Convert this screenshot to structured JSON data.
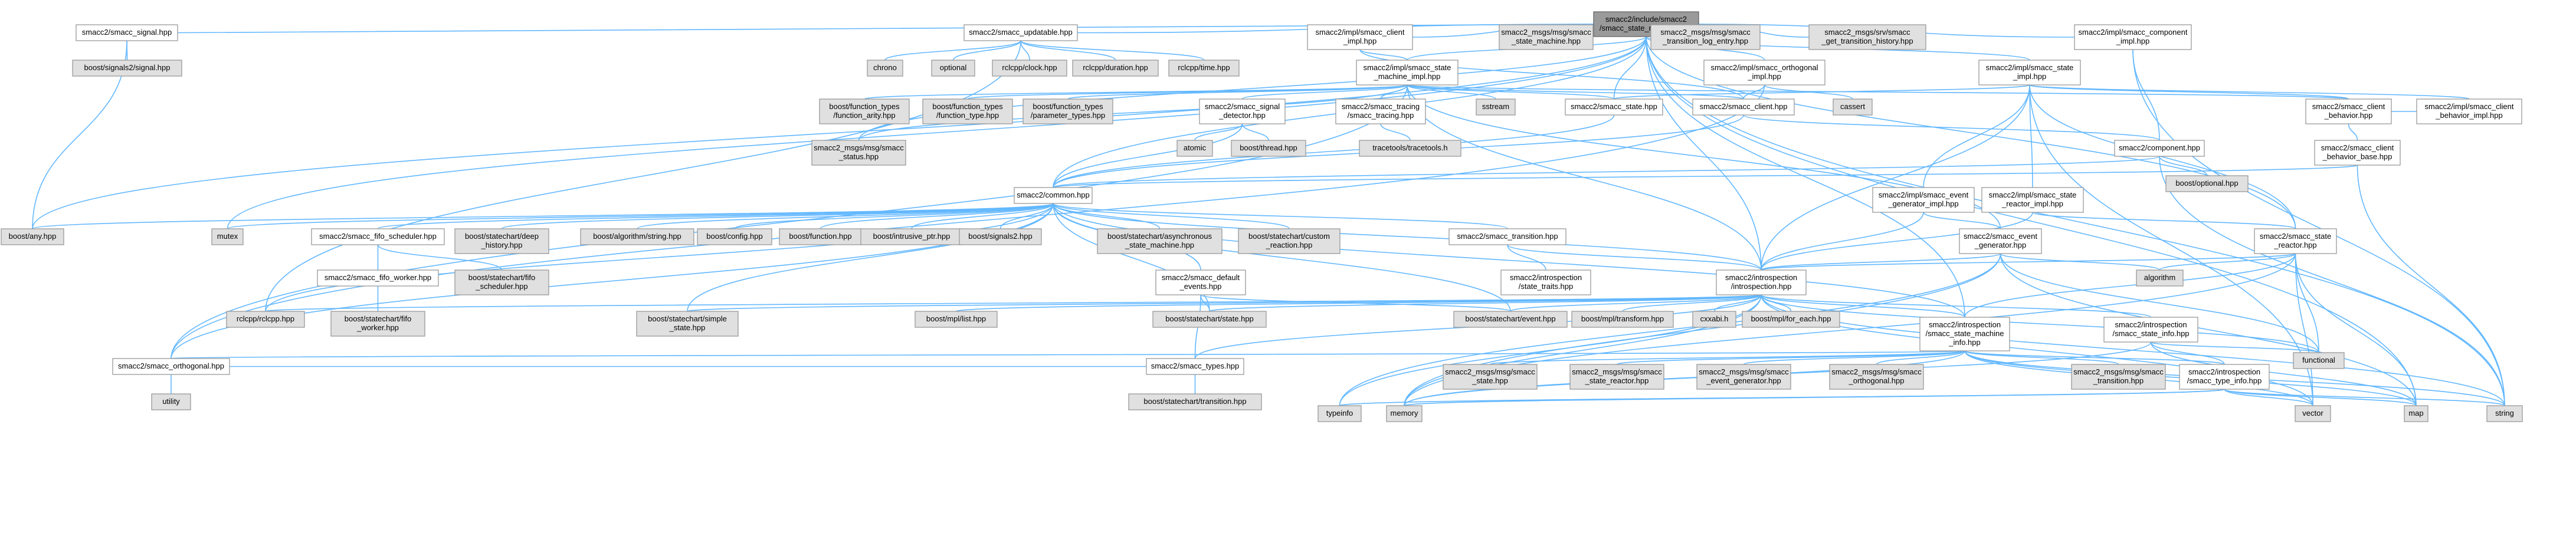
{
  "diagram": {
    "title": "",
    "colors": {
      "edge": "#63b8ff",
      "root_fill": "#9a9a9a",
      "local_fill": "#ffffff",
      "external_fill": "#e0e0e0",
      "border": "#999999"
    },
    "nodes": [
      {
        "id": "root",
        "label": "smacc2/include/smacc2\n/smacc_state_machine.hpp",
        "kind": "root"
      },
      {
        "id": "signal",
        "label": "smacc2/smacc_signal.hpp",
        "kind": "local"
      },
      {
        "id": "updatable",
        "label": "smacc2/smacc_updatable.hpp",
        "kind": "local"
      },
      {
        "id": "impl_client",
        "label": "smacc2/impl/smacc_client\n_impl.hpp",
        "kind": "local"
      },
      {
        "id": "msg_state_machine",
        "label": "smacc2_msgs/msg/smacc\n_state_machine.hpp",
        "kind": "ext"
      },
      {
        "id": "msg_transition_log",
        "label": "smacc2_msgs/msg/smacc\n_transition_log_entry.hpp",
        "kind": "ext"
      },
      {
        "id": "srv_transition_history",
        "label": "smacc2_msgs/srv/smacc\n_get_transition_history.hpp",
        "kind": "ext"
      },
      {
        "id": "impl_component",
        "label": "smacc2/impl/smacc_component\n_impl.hpp",
        "kind": "local"
      },
      {
        "id": "boost_signals2_signal",
        "label": "boost/signals2/signal.hpp",
        "kind": "ext"
      },
      {
        "id": "chrono",
        "label": "chrono",
        "kind": "ext"
      },
      {
        "id": "optional",
        "label": "optional",
        "kind": "ext"
      },
      {
        "id": "rclcpp_clock",
        "label": "rclcpp/clock.hpp",
        "kind": "ext"
      },
      {
        "id": "rclcpp_duration",
        "label": "rclcpp/duration.hpp",
        "kind": "ext"
      },
      {
        "id": "rclcpp_time",
        "label": "rclcpp/time.hpp",
        "kind": "ext"
      },
      {
        "id": "impl_sm",
        "label": "smacc2/impl/smacc_state\n_machine_impl.hpp",
        "kind": "local"
      },
      {
        "id": "impl_orthogonal",
        "label": "smacc2/impl/smacc_orthogonal\n_impl.hpp",
        "kind": "local"
      },
      {
        "id": "impl_state",
        "label": "smacc2/impl/smacc_state\n_impl.hpp",
        "kind": "local"
      },
      {
        "id": "ft_arity",
        "label": "boost/function_types\n/function_arity.hpp",
        "kind": "ext"
      },
      {
        "id": "ft_type",
        "label": "boost/function_types\n/function_type.hpp",
        "kind": "ext"
      },
      {
        "id": "ft_params",
        "label": "boost/function_types\n/parameter_types.hpp",
        "kind": "ext"
      },
      {
        "id": "signal_detector",
        "label": "smacc2/smacc_signal\n_detector.hpp",
        "kind": "local"
      },
      {
        "id": "tracing",
        "label": "smacc2/smacc_tracing\n/smacc_tracing.hpp",
        "kind": "local"
      },
      {
        "id": "sstream",
        "label": "sstream",
        "kind": "ext"
      },
      {
        "id": "smacc_state",
        "label": "smacc2/smacc_state.hpp",
        "kind": "local"
      },
      {
        "id": "smacc_client",
        "label": "smacc2/smacc_client.hpp",
        "kind": "local"
      },
      {
        "id": "cassert",
        "label": "cassert",
        "kind": "ext"
      },
      {
        "id": "client_behavior",
        "label": "smacc2/smacc_client\n_behavior.hpp",
        "kind": "local"
      },
      {
        "id": "impl_client_behavior",
        "label": "smacc2/impl/smacc_client\n_behavior_impl.hpp",
        "kind": "local"
      },
      {
        "id": "msg_status",
        "label": "smacc2_msgs/msg/smacc\n_status.hpp",
        "kind": "ext"
      },
      {
        "id": "atomic",
        "label": "atomic",
        "kind": "ext"
      },
      {
        "id": "boost_thread",
        "label": "boost/thread.hpp",
        "kind": "ext"
      },
      {
        "id": "tracetools",
        "label": "tracetools/tracetools.h",
        "kind": "ext"
      },
      {
        "id": "component",
        "label": "smacc2/component.hpp",
        "kind": "local"
      },
      {
        "id": "client_behavior_base",
        "label": "smacc2/smacc_client\n_behavior_base.hpp",
        "kind": "local"
      },
      {
        "id": "boost_optional",
        "label": "boost/optional.hpp",
        "kind": "ext"
      },
      {
        "id": "common",
        "label": "smacc2/common.hpp",
        "kind": "local"
      },
      {
        "id": "impl_event_gen",
        "label": "smacc2/impl/smacc_event\n_generator_impl.hpp",
        "kind": "local"
      },
      {
        "id": "impl_state_reactor",
        "label": "smacc2/impl/smacc_state\n_reactor_impl.hpp",
        "kind": "local"
      },
      {
        "id": "boost_any",
        "label": "boost/any.hpp",
        "kind": "ext"
      },
      {
        "id": "mutex",
        "label": "mutex",
        "kind": "ext"
      },
      {
        "id": "fifo_scheduler",
        "label": "smacc2/smacc_fifo_scheduler.hpp",
        "kind": "local"
      },
      {
        "id": "deep_history",
        "label": "boost/statechart/deep\n_history.hpp",
        "kind": "ext"
      },
      {
        "id": "algorithm_string",
        "label": "boost/algorithm/string.hpp",
        "kind": "ext"
      },
      {
        "id": "boost_config",
        "label": "boost/config.hpp",
        "kind": "ext"
      },
      {
        "id": "boost_function",
        "label": "boost/function.hpp",
        "kind": "ext"
      },
      {
        "id": "intrusive_ptr",
        "label": "boost/intrusive_ptr.hpp",
        "kind": "ext"
      },
      {
        "id": "boost_signals2",
        "label": "boost/signals2.hpp",
        "kind": "ext"
      },
      {
        "id": "async_sm",
        "label": "boost/statechart/asynchronous\n_state_machine.hpp",
        "kind": "ext"
      },
      {
        "id": "custom_reaction",
        "label": "boost/statechart/custom\n_reaction.hpp",
        "kind": "ext"
      },
      {
        "id": "smacc_transition",
        "label": "smacc2/smacc_transition.hpp",
        "kind": "local"
      },
      {
        "id": "event_generator",
        "label": "smacc2/smacc_event\n_generator.hpp",
        "kind": "local"
      },
      {
        "id": "state_reactor",
        "label": "smacc2/smacc_state\n_reactor.hpp",
        "kind": "local"
      },
      {
        "id": "fifo_worker",
        "label": "smacc2/smacc_fifo_worker.hpp",
        "kind": "local"
      },
      {
        "id": "fifo_scheduler_sc",
        "label": "boost/statechart/fifo\n_scheduler.hpp",
        "kind": "ext"
      },
      {
        "id": "default_events",
        "label": "smacc2/smacc_default\n_events.hpp",
        "kind": "local"
      },
      {
        "id": "state_traits",
        "label": "smacc2/introspection\n/state_traits.hpp",
        "kind": "local"
      },
      {
        "id": "introspection",
        "label": "smacc2/introspection\n/introspection.hpp",
        "kind": "local"
      },
      {
        "id": "algorithm",
        "label": "algorithm",
        "kind": "ext"
      },
      {
        "id": "rclcpp",
        "label": "rclcpp/rclcpp.hpp",
        "kind": "ext"
      },
      {
        "id": "fifo_worker_sc",
        "label": "boost/statechart/fifo\n_worker.hpp",
        "kind": "ext"
      },
      {
        "id": "simple_state",
        "label": "boost/statechart/simple\n_state.hpp",
        "kind": "ext"
      },
      {
        "id": "mpl_list",
        "label": "boost/mpl/list.hpp",
        "kind": "ext"
      },
      {
        "id": "state_hpp",
        "label": "boost/statechart/state.hpp",
        "kind": "ext"
      },
      {
        "id": "event_hpp",
        "label": "boost/statechart/event.hpp",
        "kind": "ext"
      },
      {
        "id": "mpl_transform",
        "label": "boost/mpl/transform.hpp",
        "kind": "ext"
      },
      {
        "id": "cxxabi",
        "label": "cxxabi.h",
        "kind": "ext"
      },
      {
        "id": "mpl_for_each",
        "label": "boost/mpl/for_each.hpp",
        "kind": "ext"
      },
      {
        "id": "sm_info",
        "label": "smacc2/introspection\n/smacc_state_machine\n_info.hpp",
        "kind": "local"
      },
      {
        "id": "state_info",
        "label": "smacc2/introspection\n/smacc_state_info.hpp",
        "kind": "local"
      },
      {
        "id": "functional",
        "label": "functional",
        "kind": "ext"
      },
      {
        "id": "orthogonal",
        "label": "smacc2/smacc_orthogonal.hpp",
        "kind": "local"
      },
      {
        "id": "smacc_types",
        "label": "smacc2/smacc_types.hpp",
        "kind": "local"
      },
      {
        "id": "msg_state",
        "label": "smacc2_msgs/msg/smacc\n_state.hpp",
        "kind": "ext"
      },
      {
        "id": "msg_state_reactor",
        "label": "smacc2_msgs/msg/smacc\n_state_reactor.hpp",
        "kind": "ext"
      },
      {
        "id": "msg_event_generator",
        "label": "smacc2_msgs/msg/smacc\n_event_generator.hpp",
        "kind": "ext"
      },
      {
        "id": "msg_orthogonal",
        "label": "smacc2_msgs/msg/smacc\n_orthogonal.hpp",
        "kind": "ext"
      },
      {
        "id": "msg_transition",
        "label": "smacc2_msgs/msg/smacc\n_transition.hpp",
        "kind": "ext"
      },
      {
        "id": "type_info",
        "label": "smacc2/introspection\n/smacc_type_info.hpp",
        "kind": "local"
      },
      {
        "id": "utility",
        "label": "utility",
        "kind": "ext"
      },
      {
        "id": "transition_hpp",
        "label": "boost/statechart/transition.hpp",
        "kind": "ext"
      },
      {
        "id": "typeinfo",
        "label": "typeinfo",
        "kind": "ext"
      },
      {
        "id": "memory",
        "label": "memory",
        "kind": "ext"
      },
      {
        "id": "vector",
        "label": "vector",
        "kind": "ext"
      },
      {
        "id": "map",
        "label": "map",
        "kind": "ext"
      },
      {
        "id": "string",
        "label": "string",
        "kind": "ext"
      }
    ],
    "edges": [
      [
        "root",
        "signal"
      ],
      [
        "root",
        "updatable"
      ],
      [
        "root",
        "impl_client"
      ],
      [
        "root",
        "msg_state_machine"
      ],
      [
        "root",
        "msg_transition_log"
      ],
      [
        "root",
        "srv_transition_history"
      ],
      [
        "root",
        "impl_component"
      ],
      [
        "root",
        "impl_sm"
      ],
      [
        "root",
        "impl_orthogonal"
      ],
      [
        "root",
        "impl_state"
      ],
      [
        "root",
        "smacc_state"
      ],
      [
        "root",
        "common"
      ],
      [
        "root",
        "boost_any"
      ],
      [
        "root",
        "mutex"
      ],
      [
        "root",
        "msg_status"
      ],
      [
        "root",
        "introspection"
      ],
      [
        "root",
        "state_reactor"
      ],
      [
        "root",
        "sm_info"
      ],
      [
        "root",
        "map"
      ],
      [
        "root",
        "string"
      ],
      [
        "signal",
        "boost_signals2_signal"
      ],
      [
        "signal",
        "boost_any"
      ],
      [
        "updatable",
        "chrono"
      ],
      [
        "updatable",
        "optional"
      ],
      [
        "updatable",
        "rclcpp_clock"
      ],
      [
        "updatable",
        "rclcpp_duration"
      ],
      [
        "updatable",
        "rclcpp_time"
      ],
      [
        "updatable",
        "rclcpp"
      ],
      [
        "impl_client",
        "impl_sm"
      ],
      [
        "impl_client",
        "smacc_client"
      ],
      [
        "impl_component",
        "component"
      ],
      [
        "impl_component",
        "string"
      ],
      [
        "impl_sm",
        "ft_arity"
      ],
      [
        "impl_sm",
        "ft_type"
      ],
      [
        "impl_sm",
        "ft_params"
      ],
      [
        "impl_sm",
        "signal_detector"
      ],
      [
        "impl_sm",
        "tracing"
      ],
      [
        "impl_sm",
        "sstream"
      ],
      [
        "impl_sm",
        "smacc_state"
      ],
      [
        "impl_sm",
        "smacc_client"
      ],
      [
        "impl_sm",
        "msg_status"
      ],
      [
        "impl_sm",
        "orthogonal"
      ],
      [
        "impl_sm",
        "introspection"
      ],
      [
        "impl_sm",
        "event_generator"
      ],
      [
        "impl_sm",
        "client_behavior"
      ],
      [
        "impl_orthogonal",
        "cassert"
      ],
      [
        "impl_orthogonal",
        "smacc_client"
      ],
      [
        "impl_orthogonal",
        "orthogonal"
      ],
      [
        "impl_state",
        "smacc_state"
      ],
      [
        "impl_state",
        "client_behavior"
      ],
      [
        "impl_state",
        "impl_client_behavior"
      ],
      [
        "impl_state",
        "impl_event_gen"
      ],
      [
        "impl_state",
        "impl_state_reactor"
      ],
      [
        "impl_state",
        "introspection"
      ],
      [
        "impl_state",
        "state_reactor"
      ],
      [
        "impl_state",
        "vector"
      ],
      [
        "signal_detector",
        "atomic"
      ],
      [
        "signal_detector",
        "boost_thread"
      ],
      [
        "signal_detector",
        "common"
      ],
      [
        "tracing",
        "tracetools"
      ],
      [
        "smacc_state",
        "common"
      ],
      [
        "smacc_client",
        "component"
      ],
      [
        "smacc_client",
        "common"
      ],
      [
        "client_behavior",
        "client_behavior_base"
      ],
      [
        "client_behavior",
        "impl_client_behavior"
      ],
      [
        "client_behavior_base",
        "common"
      ],
      [
        "client_behavior_base",
        "string"
      ],
      [
        "component",
        "boost_optional"
      ],
      [
        "component",
        "common"
      ],
      [
        "component",
        "string"
      ],
      [
        "common",
        "boost_any"
      ],
      [
        "common",
        "mutex"
      ],
      [
        "common",
        "fifo_scheduler"
      ],
      [
        "common",
        "deep_history"
      ],
      [
        "common",
        "algorithm_string"
      ],
      [
        "common",
        "boost_config"
      ],
      [
        "common",
        "boost_function"
      ],
      [
        "common",
        "intrusive_ptr"
      ],
      [
        "common",
        "boost_signals2"
      ],
      [
        "common",
        "async_sm"
      ],
      [
        "common",
        "custom_reaction"
      ],
      [
        "common",
        "smacc_transition"
      ],
      [
        "common",
        "default_events"
      ],
      [
        "common",
        "rclcpp"
      ],
      [
        "common",
        "simple_state"
      ],
      [
        "common",
        "state_hpp"
      ],
      [
        "common",
        "event_hpp"
      ],
      [
        "common",
        "orthogonal"
      ],
      [
        "common",
        "introspection"
      ],
      [
        "common",
        "sm_info"
      ],
      [
        "impl_event_gen",
        "event_generator"
      ],
      [
        "impl_event_gen",
        "introspection"
      ],
      [
        "impl_state_reactor",
        "state_reactor"
      ],
      [
        "impl_state_reactor",
        "introspection"
      ],
      [
        "fifo_scheduler",
        "fifo_worker"
      ],
      [
        "fifo_scheduler",
        "fifo_scheduler_sc"
      ],
      [
        "fifo_worker",
        "fifo_worker_sc"
      ],
      [
        "smacc_transition",
        "introspection"
      ],
      [
        "smacc_transition",
        "state_traits"
      ],
      [
        "default_events",
        "state_hpp"
      ],
      [
        "default_events",
        "event_hpp"
      ],
      [
        "default_events",
        "smacc_types"
      ],
      [
        "event_generator",
        "introspection"
      ],
      [
        "event_generator",
        "algorithm"
      ],
      [
        "event_generator",
        "functional"
      ],
      [
        "event_generator",
        "map"
      ],
      [
        "event_generator",
        "memory"
      ],
      [
        "event_generator",
        "typeinfo"
      ],
      [
        "state_reactor",
        "introspection"
      ],
      [
        "state_reactor",
        "algorithm"
      ],
      [
        "state_reactor",
        "functional"
      ],
      [
        "state_reactor",
        "map"
      ],
      [
        "state_reactor",
        "memory"
      ],
      [
        "state_reactor",
        "vector"
      ],
      [
        "state_reactor",
        "sm_info"
      ],
      [
        "introspection",
        "rclcpp"
      ],
      [
        "introspection",
        "simple_state"
      ],
      [
        "introspection",
        "mpl_list"
      ],
      [
        "introspection",
        "state_hpp"
      ],
      [
        "introspection",
        "event_hpp"
      ],
      [
        "introspection",
        "mpl_transform"
      ],
      [
        "introspection",
        "cxxabi"
      ],
      [
        "introspection",
        "mpl_for_each"
      ],
      [
        "introspection",
        "sm_info"
      ],
      [
        "introspection",
        "state_info"
      ],
      [
        "introspection",
        "functional"
      ],
      [
        "introspection",
        "smacc_types"
      ],
      [
        "introspection",
        "typeinfo"
      ],
      [
        "introspection",
        "memory"
      ],
      [
        "introspection",
        "vector"
      ],
      [
        "introspection",
        "string"
      ],
      [
        "sm_info",
        "orthogonal"
      ],
      [
        "sm_info",
        "msg_state"
      ],
      [
        "sm_info",
        "msg_state_reactor"
      ],
      [
        "sm_info",
        "msg_event_generator"
      ],
      [
        "sm_info",
        "msg_orthogonal"
      ],
      [
        "sm_info",
        "msg_transition"
      ],
      [
        "sm_info",
        "type_info"
      ],
      [
        "sm_info",
        "memory"
      ],
      [
        "sm_info",
        "vector"
      ],
      [
        "sm_info",
        "map"
      ],
      [
        "sm_info",
        "string"
      ],
      [
        "state_info",
        "type_info"
      ],
      [
        "state_info",
        "functional"
      ],
      [
        "state_info",
        "map"
      ],
      [
        "state_info",
        "memory"
      ],
      [
        "type_info",
        "typeinfo"
      ],
      [
        "type_info",
        "vector"
      ],
      [
        "type_info",
        "map"
      ],
      [
        "type_info",
        "string"
      ],
      [
        "type_info",
        "memory"
      ],
      [
        "orthogonal",
        "utility"
      ],
      [
        "orthogonal",
        "smacc_types"
      ],
      [
        "smacc_types",
        "transition_hpp"
      ]
    ]
  }
}
